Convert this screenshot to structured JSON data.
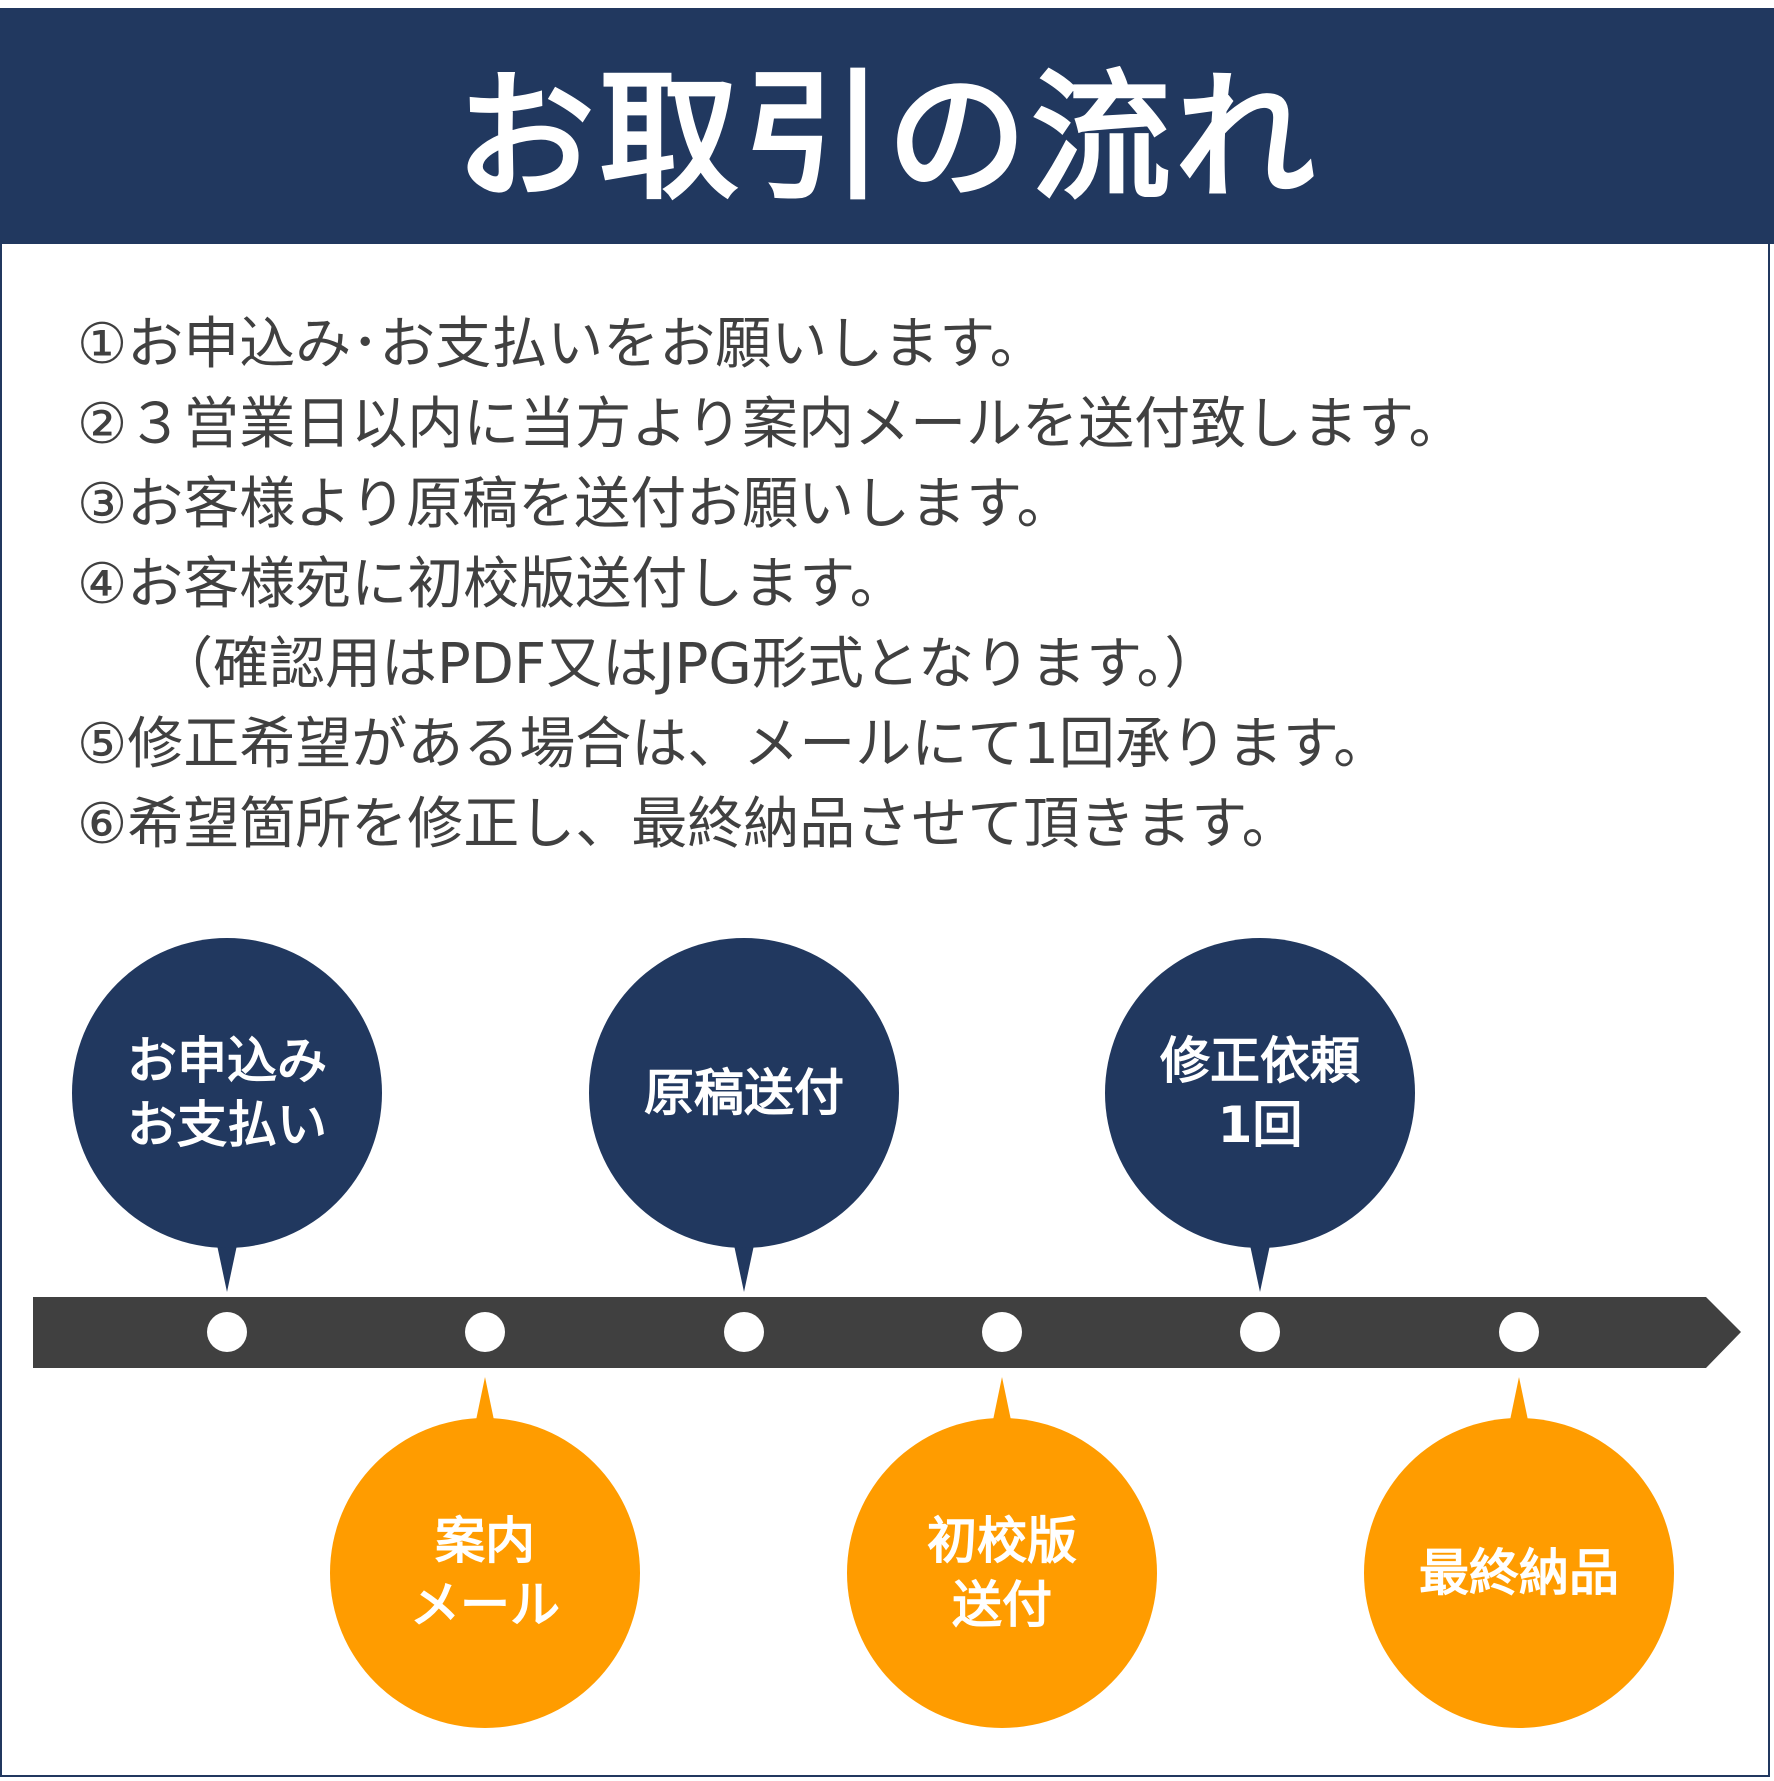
{
  "title": "お取引の流れ",
  "steps": [
    "①お申込み･お支払いをお願いします。",
    "②３営業日以内に当方より案内メールを送付致します。",
    "③お客様より原稿を送付お願いします。",
    "④お客様宛に初校版送付します。",
    "（確認用はPDF又はJPG形式となります。）",
    "⑤修正希望がある場合は、メールにて1回承ります。",
    "⑥希望箇所を修正し、最終納品させて頂きます。"
  ],
  "timeline": {
    "top": [
      {
        "line1": "お申込み",
        "line2": "お支払い"
      },
      {
        "line1": "原稿送付",
        "line2": ""
      },
      {
        "line1": "修正依頼",
        "line2": "1回"
      }
    ],
    "bottom": [
      {
        "line1": "案内",
        "line2": "メール"
      },
      {
        "line1": "初校版",
        "line2": "送付"
      },
      {
        "line1": "最終納品",
        "line2": ""
      }
    ]
  },
  "colors": {
    "navy": "#21385f",
    "orange": "#ff9c00",
    "bar": "#404040"
  }
}
